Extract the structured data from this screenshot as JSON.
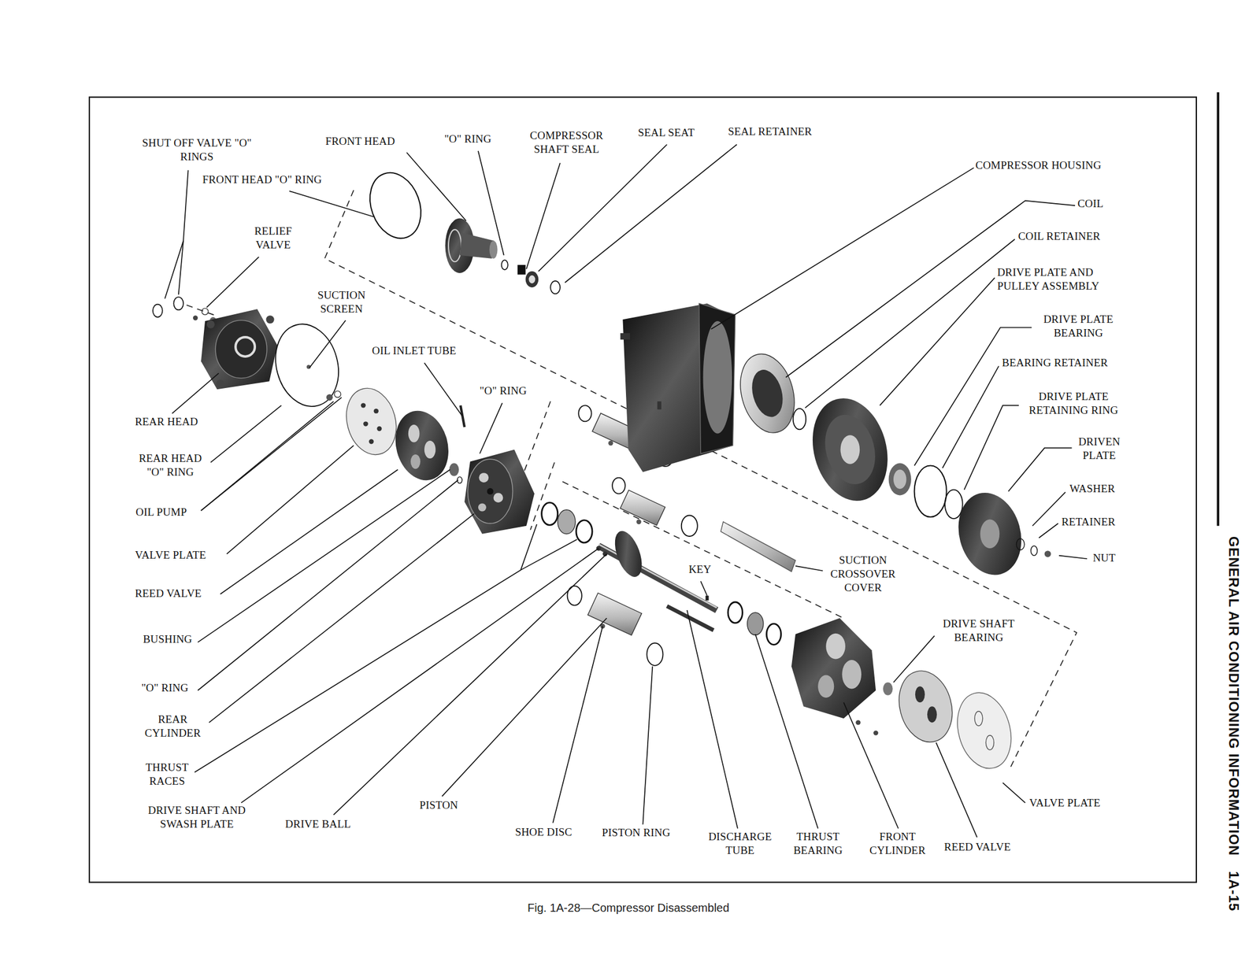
{
  "diagram": {
    "caption": "Fig. 1A-28—Compressor Disassembled",
    "labels": [
      "SHUT OFF VALVE \"O\" RINGS",
      "FRONT HEAD",
      "\"O\" RING",
      "COMPRESSOR SHAFT SEAL",
      "SEAL SEAT",
      "SEAL RETAINER",
      "FRONT HEAD \"O\" RING",
      "RELIEF VALVE",
      "COMPRESSOR HOUSING",
      "COIL",
      "COIL RETAINER",
      "DRIVE PLATE AND PULLEY ASSEMBLY",
      "SUCTION SCREEN",
      "DRIVE PLATE BEARING",
      "OIL INLET TUBE",
      "BEARING RETAINER",
      "\"O\" RING",
      "DRIVE PLATE RETAINING RING",
      "REAR HEAD",
      "DRIVEN PLATE",
      "REAR HEAD \"O\" RING",
      "WASHER",
      "OIL PUMP",
      "RETAINER",
      "VALVE PLATE",
      "NUT",
      "SUCTION CROSSOVER COVER",
      "KEY",
      "REED VALVE",
      "DRIVE SHAFT BEARING",
      "BUSHING",
      "\"O\" RING",
      "REAR CYLINDER",
      "THRUST RACES",
      "VALVE PLATE",
      "DRIVE SHAFT AND SWASH PLATE",
      "DRIVE BALL",
      "PISTON",
      "SHOE DISC",
      "PISTON RING",
      "DISCHARGE TUBE",
      "THRUST BEARING",
      "FRONT CYLINDER",
      "REED VALVE",
      "GENERAL AIR CONDITIONING INFORMATION",
      "1A-15"
    ]
  }
}
